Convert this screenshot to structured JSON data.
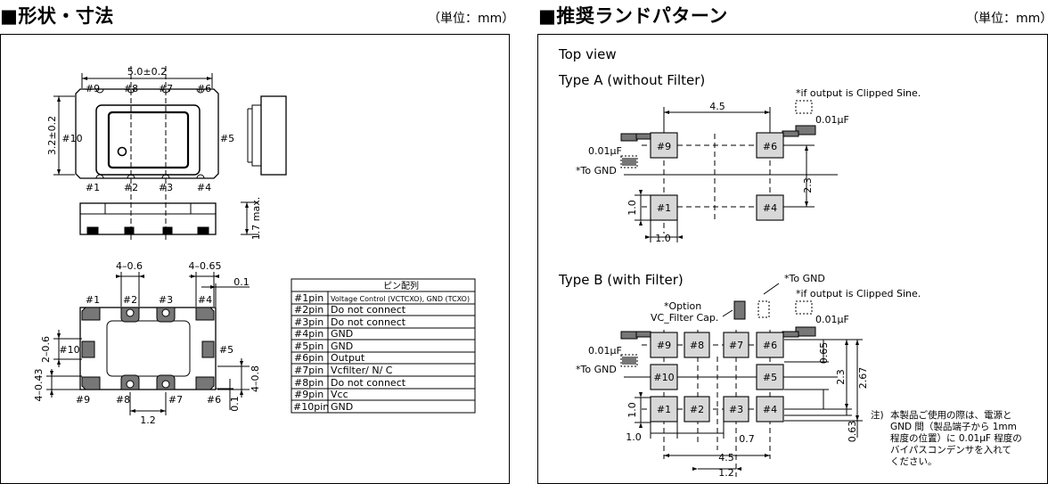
{
  "sections": {
    "left": {
      "title": "■形状・寸法",
      "unit": "（単位：mm）"
    },
    "right": {
      "title": "■推奨ランドパターン",
      "unit": "（単位：mm）"
    }
  },
  "outline": {
    "width_dim": "5.0±0.2",
    "height_dim": "3.2±0.2",
    "thickness_dim": "1.7 max.",
    "top_pins": [
      "#9",
      "#8",
      "#7",
      "#6"
    ],
    "bottom_pins": [
      "#1",
      "#2",
      "#3",
      "#4"
    ],
    "left_pin": "#10",
    "right_pin": "#5"
  },
  "bottom_view": {
    "dim_top_left": "4–0.6",
    "dim_top_right": "4–0.65",
    "dim_gap": "0.1",
    "dim_left_upper": "2–0.6",
    "dim_left_lower": "4–0.43",
    "dim_right": "4–0.8",
    "dim_right_small": "0.1",
    "dim_bottom": "1.2",
    "top_pins": [
      "#1",
      "#2",
      "#3",
      "#4"
    ],
    "bottom_pins": [
      "#9",
      "#8",
      "#7",
      "#6"
    ],
    "left_pin": "#10",
    "right_pin": "#5"
  },
  "pin_table": {
    "header": "ピン配列",
    "rows": [
      {
        "pin": "#1pin",
        "func": "Voltage Control (VCTCXO),  GND (TCXO)"
      },
      {
        "pin": "#2pin",
        "func": "Do not connect"
      },
      {
        "pin": "#3pin",
        "func": "Do not connect"
      },
      {
        "pin": "#4pin",
        "func": "GND"
      },
      {
        "pin": "#5pin",
        "func": "GND"
      },
      {
        "pin": "#6pin",
        "func": "Output"
      },
      {
        "pin": "#7pin",
        "func": "Vcfilter/ N/ C"
      },
      {
        "pin": "#8pin",
        "func": "Do not connect"
      },
      {
        "pin": "#9pin",
        "func": "Vcc"
      },
      {
        "pin": "#10pin",
        "func": "GND"
      }
    ]
  },
  "land": {
    "top_view": "Top view",
    "type_a": {
      "title": "Type A (without Filter)",
      "clipped_note": "*if output is Clipped Sine.",
      "cap_right": "0.01μF",
      "cap_left": "0.01μF",
      "to_gnd": "*To GND",
      "dim_h": "4.5",
      "dim_v": "2.3",
      "dim_pad_h": "1.0",
      "dim_pad_v": "1.0",
      "pads": [
        "#9",
        "#6",
        "#1",
        "#4"
      ]
    },
    "type_b": {
      "title": "Type B (with Filter)",
      "to_gnd_top": "*To GND",
      "clipped_note": "*if output is Clipped Sine.",
      "option_1": "*Option",
      "option_2": "VC_Filter Cap.",
      "cap_right": "0.01μF",
      "cap_left": "0.01μF",
      "to_gnd": "*To GND",
      "pads_top": [
        "#9",
        "#8",
        "#7",
        "#6"
      ],
      "pads_mid": [
        "#10",
        "#5"
      ],
      "pads_bottom": [
        "#1",
        "#2",
        "#3",
        "#4"
      ],
      "dim_065": "0.65",
      "dim_23": "2.3",
      "dim_267": "2.67",
      "dim_063": "0.63",
      "dim_10v": "1.0",
      "dim_10h": "1.0",
      "dim_07": "0.7",
      "dim_45": "4.5",
      "dim_12": "1.2"
    }
  },
  "note": {
    "mark": "注)",
    "lines": [
      "本製品ご使用の際は、電源と",
      "GND 間（製品端子から 1mm",
      "程度の位置）に 0.01μF 程度の",
      "バイパスコンデンサを入れて",
      "ください。"
    ]
  }
}
